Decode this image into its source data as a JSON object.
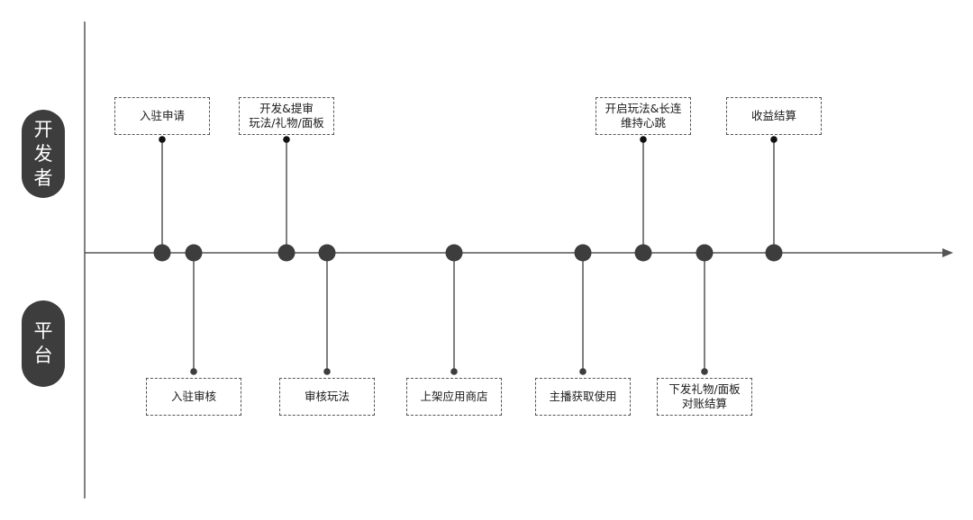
{
  "roles": {
    "developer": [
      "开",
      "发",
      "者"
    ],
    "platform": [
      "平",
      "台"
    ]
  },
  "developer_steps": [
    {
      "lines": [
        "入驻申请"
      ]
    },
    {
      "lines": [
        "开发&提审",
        "玩法/礼物/面板"
      ]
    },
    {
      "lines": [
        "开启玩法&长连",
        "维持心跳"
      ]
    },
    {
      "lines": [
        "收益结算"
      ]
    }
  ],
  "platform_steps": [
    {
      "lines": [
        "入驻审核"
      ]
    },
    {
      "lines": [
        "审核玩法"
      ]
    },
    {
      "lines": [
        "上架应用商店"
      ]
    },
    {
      "lines": [
        "主播获取使用"
      ]
    },
    {
      "lines": [
        "下发礼物/面板",
        "对账结算"
      ]
    }
  ],
  "colors": {
    "line": "#555555",
    "node": "#3d3d3d",
    "pill": "#3d3d3d",
    "box_border": "#555555"
  }
}
